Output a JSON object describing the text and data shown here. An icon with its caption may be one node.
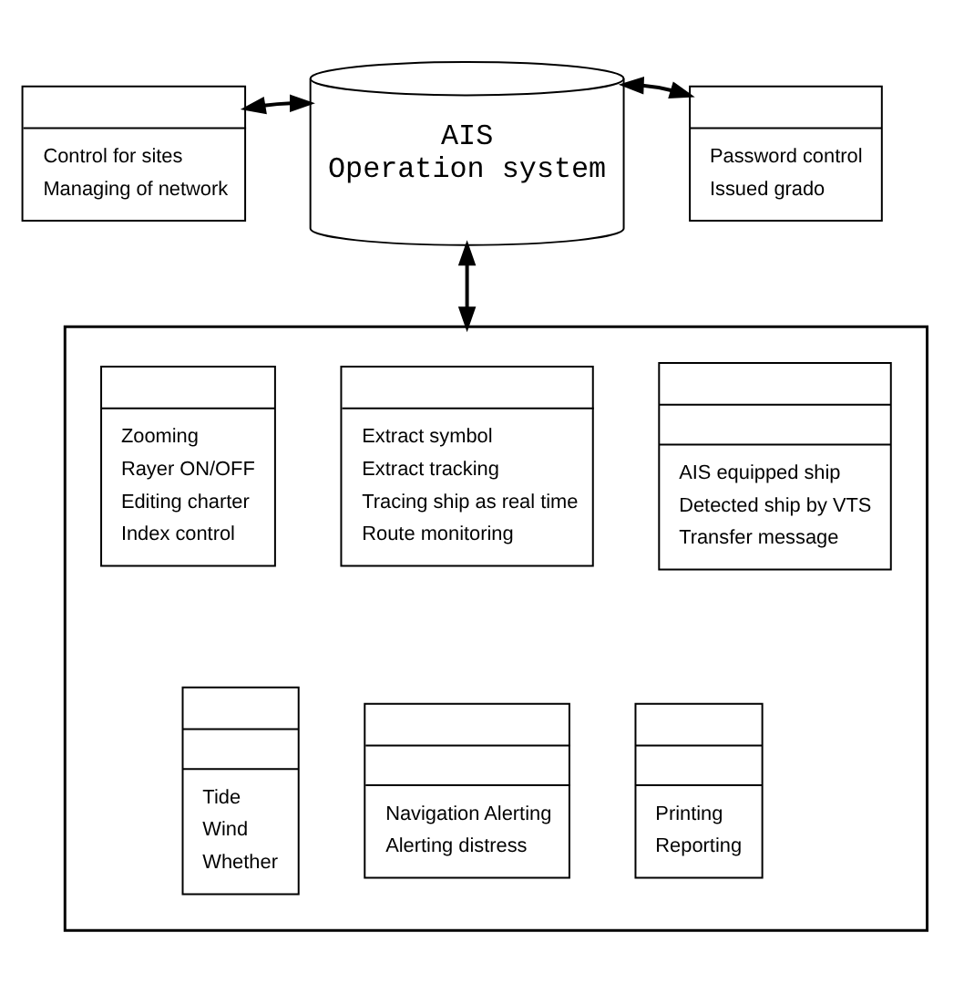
{
  "diagram": {
    "nodes": [
      {
        "text": [
          "Control for sites",
          "Managing of network"
        ]
      },
      {
        "text": [
          "AIS",
          "Operation system"
        ]
      },
      {
        "text": [
          "Password control",
          "Issued grado"
        ]
      },
      {
        "text": [],
        "shape": "box"
      },
      {
        "text": [
          "Zooming",
          "Rayer ON/OFF",
          "Editing charter",
          "Index control"
        ],
        "in": 3
      },
      {
        "text": [
          "Extract symbol",
          "Extract tracking",
          "Tracing ship as real time",
          "Route monitoring"
        ],
        "in": 3
      },
      {
        "text": [
          "AIS equipped ship",
          "Detected ship by VTS",
          "Transfer message"
        ],
        "in": 3
      },
      {
        "text": [
          "Tide",
          "Wind",
          "Whether"
        ],
        "in": 3
      },
      {
        "text": [
          "Navigation Alerting",
          "Alerting distress"
        ],
        "in": 3
      },
      {
        "text": [
          "Printing",
          "Reporting"
        ],
        "in": 3
      }
    ],
    "edges": [
      {
        "from": 1,
        "to": 0,
        "arrow": "both"
      },
      {
        "from": 1,
        "to": 2,
        "arrow": "both"
      },
      {
        "from": 1,
        "to": 3,
        "arrow": "both"
      }
    ]
  }
}
